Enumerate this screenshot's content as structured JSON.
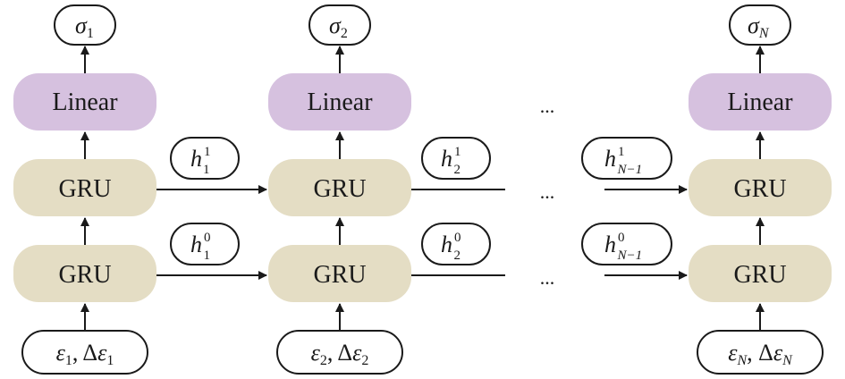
{
  "columns": [
    {
      "linear_label": "Linear",
      "gru_top_label": "GRU",
      "gru_bottom_label": "GRU",
      "output": {
        "base": "σ",
        "sub": "1"
      },
      "input": {
        "eps": "ε",
        "sub": "1",
        "sep": ", ",
        "delta": "Δ"
      }
    },
    {
      "linear_label": "Linear",
      "gru_top_label": "GRU",
      "gru_bottom_label": "GRU",
      "output": {
        "base": "σ",
        "sub": "2"
      },
      "input": {
        "eps": "ε",
        "sub": "2",
        "sep": ", ",
        "delta": "Δ"
      }
    },
    {
      "linear_label": "Linear",
      "gru_top_label": "GRU",
      "gru_bottom_label": "GRU",
      "output": {
        "base": "σ",
        "sub": "N"
      },
      "input": {
        "eps": "ε",
        "sub": "N",
        "sep": ", ",
        "delta": "Δ"
      }
    }
  ],
  "hidden_states": [
    {
      "base": "h",
      "sup": "1",
      "sub": "1"
    },
    {
      "base": "h",
      "sup": "0",
      "sub": "1"
    },
    {
      "base": "h",
      "sup": "1",
      "sub": "2"
    },
    {
      "base": "h",
      "sup": "0",
      "sub": "2"
    },
    {
      "base": "h",
      "sup": "1",
      "sub": "N−1"
    },
    {
      "base": "h",
      "sup": "0",
      "sub": "N−1"
    }
  ],
  "ellipsis": "...",
  "colors": {
    "gru_fill": "#e4ddc4",
    "linear_fill": "#d6c1df",
    "line": "#1a1a1a"
  }
}
